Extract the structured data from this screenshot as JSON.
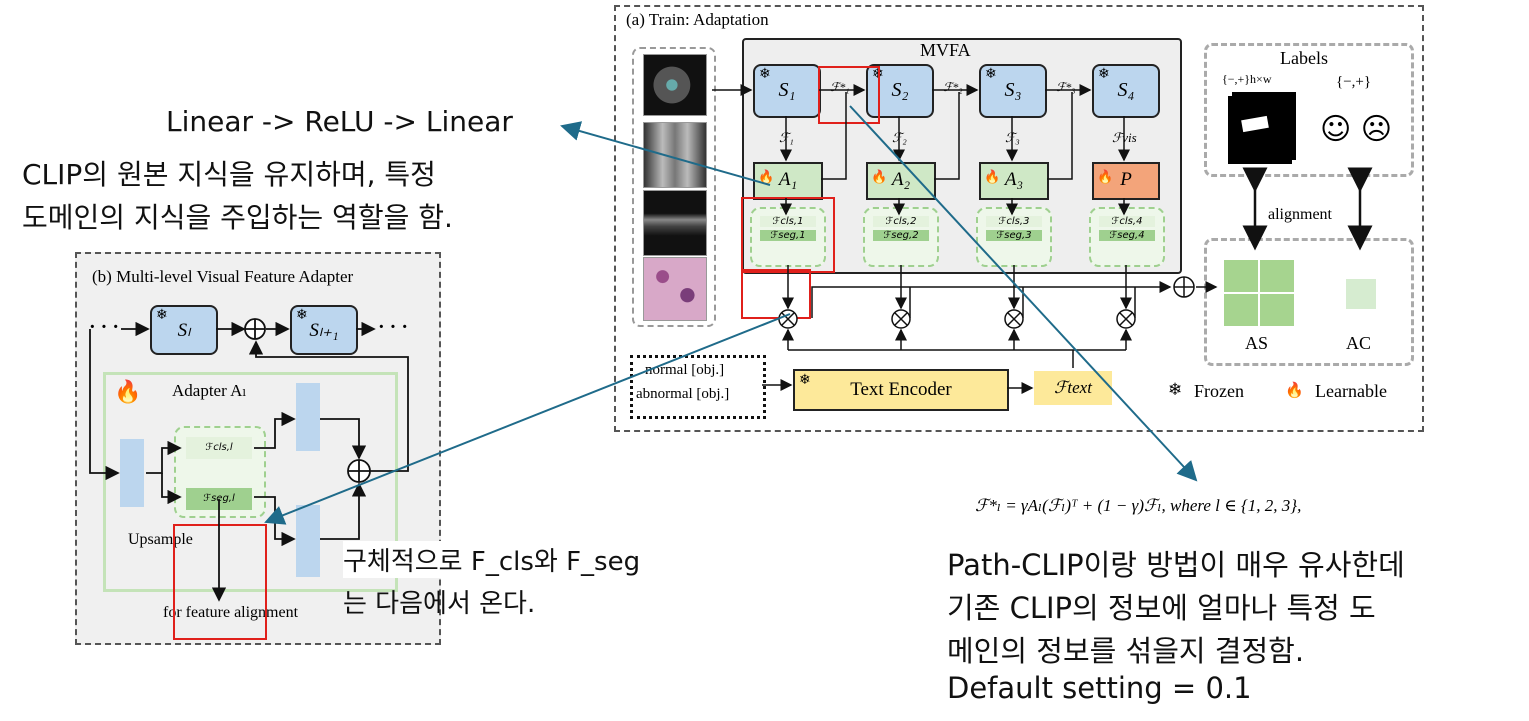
{
  "panel_a": {
    "title": "(a) Train: Adaptation",
    "mvfa_title": "MVFA",
    "stages": [
      "S₁",
      "S₂",
      "S₃",
      "S₄"
    ],
    "adapters": [
      "A₁",
      "A₂",
      "A₃",
      "P"
    ],
    "feat_arrow_labels": [
      "ℱ₁",
      "ℱ₂",
      "ℱ₃",
      "ℱvis"
    ],
    "star_labels": [
      "ℱ*₁",
      "ℱ*₂",
      "ℱ*₃"
    ],
    "fcls": [
      "ℱcls,1",
      "ℱcls,2",
      "ℱcls,3",
      "ℱcls,4"
    ],
    "fseg": [
      "ℱseg,1",
      "ℱseg,2",
      "ℱseg,3",
      "ℱseg,4"
    ],
    "labels_title": "Labels",
    "labels_seg": "{−,+}h×w",
    "labels_cls": "{−,+}",
    "alignment": "alignment",
    "as_label": "AS",
    "ac_label": "AC",
    "prompt_normal": "normal [obj.]",
    "prompt_abnormal": "abnormal [obj.]",
    "text_encoder": "Text Encoder",
    "f_text": "ℱtext",
    "frozen": "Frozen",
    "learnable": "Learnable",
    "smiley": "☺ ☹"
  },
  "panel_b": {
    "title": "(b) Multi-level Visual Feature Adapter",
    "s_l": "Sₗ",
    "s_l1": "Sₗ₊₁",
    "dots": "· · ·",
    "adapter_title": "Adapter Aₗ",
    "fcls": "ℱcls,l",
    "fseg": "ℱseg,l",
    "upsample": "Upsample",
    "alignment": "for feature alignment"
  },
  "annotations": {
    "linear_relu": "Linear -> ReLU -> Linear",
    "clip_line1": "CLIP의 원본 지식을 유지하며, 특정",
    "clip_line2": "도메인의 지식을 주입하는 역할을 함.",
    "fcls_line1": "구체적으로 F_cls와 F_seg",
    "fcls_line2": "는 다음에서 온다.",
    "formula": "ℱ*ₗ = γAₗ(ℱₗ)ᵀ + (1 − γ)ℱₗ, where l ∈ {1, 2, 3},",
    "path_line1": "Path-CLIP이랑 방법이 매우 유사한데",
    "path_line2": "기존 CLIP의 정보에 얼마나 특정 도",
    "path_line3": "메인의 정보를 섞을지 결정함.",
    "path_line4": "Default setting = 0.1"
  },
  "colors": {
    "stage": "#bcd6ee",
    "adapter": "#cfe8c6",
    "projection": "#f3a47a",
    "text": "#fde99a",
    "arrow": "#1f6b8a",
    "highlight": "#e0201b"
  }
}
